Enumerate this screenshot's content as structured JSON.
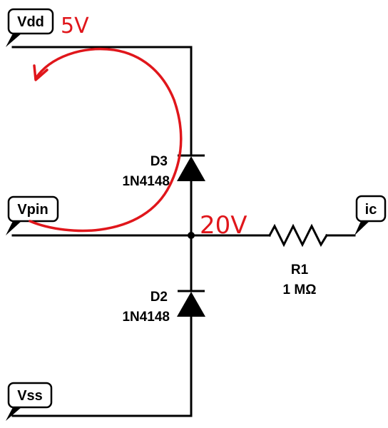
{
  "net_labels": {
    "vdd": "Vdd",
    "vpin": "Vpin",
    "vss": "Vss",
    "ic": "ic"
  },
  "components": {
    "d3": {
      "ref": "D3",
      "part": "1N4148"
    },
    "d2": {
      "ref": "D2",
      "part": "1N4148"
    },
    "r1": {
      "ref": "R1",
      "value": "1 MΩ"
    }
  },
  "annotations": {
    "supply_voltage": "5V",
    "node_voltage": "20V",
    "annotation_color": "#e0161b"
  }
}
